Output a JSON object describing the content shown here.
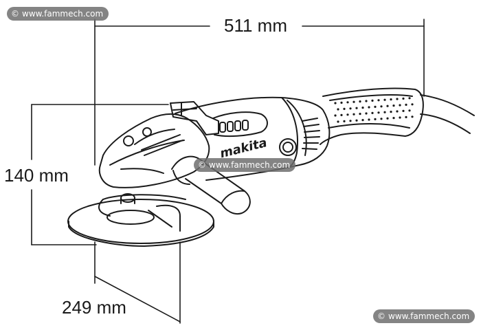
{
  "dimensions": {
    "length": "511 mm",
    "height": "140 mm",
    "disc": "249 mm"
  },
  "brand": "makita",
  "watermark": {
    "symbol": "©",
    "text": "www.fammech.com"
  },
  "colors": {
    "line": "#1a1a1a",
    "watermark_bg": "#6e6e6e"
  }
}
